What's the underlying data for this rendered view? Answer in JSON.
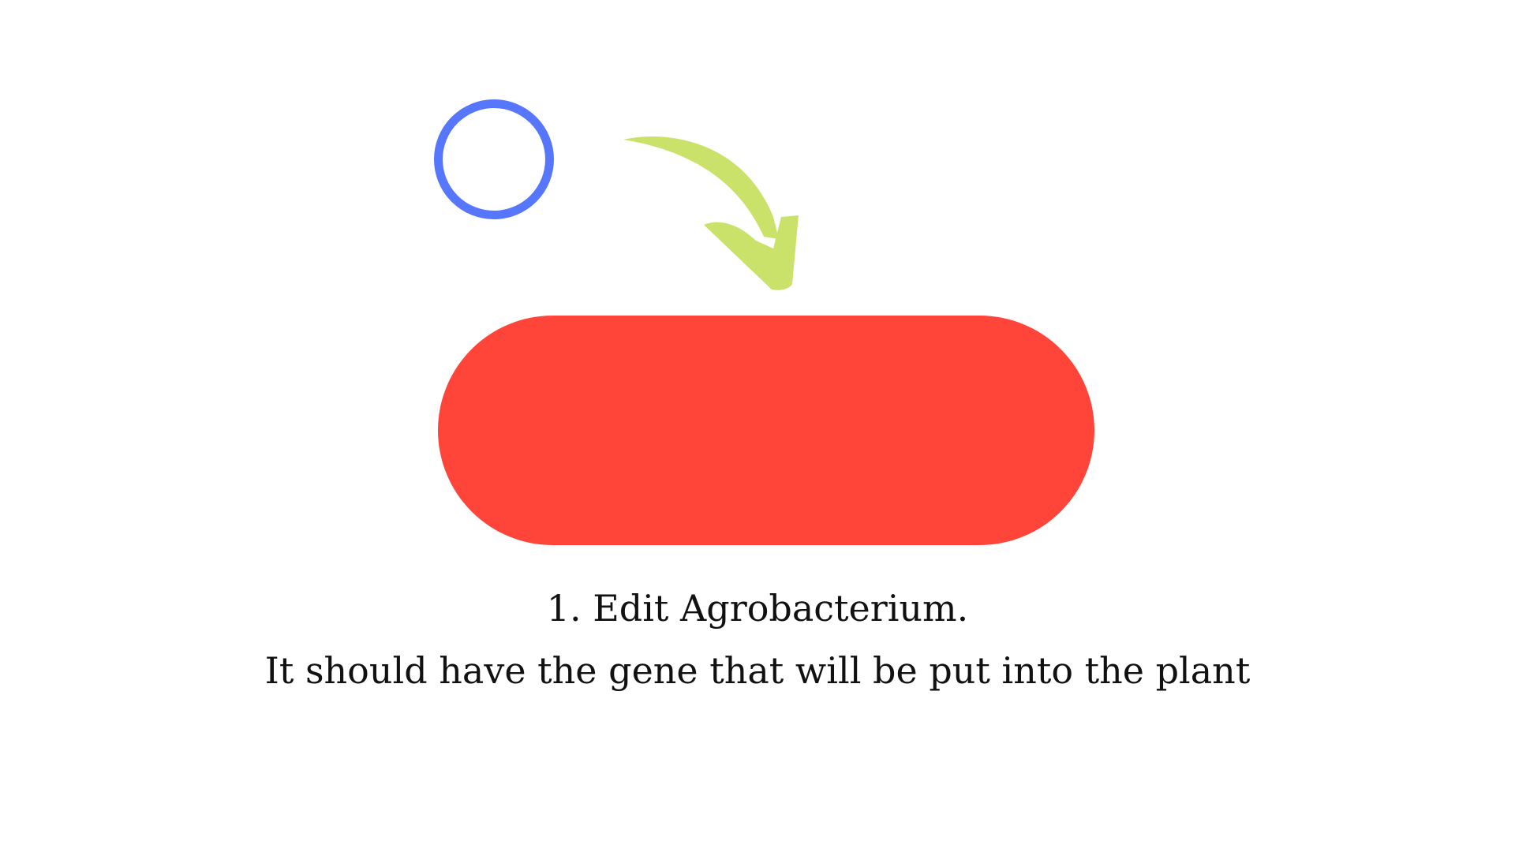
{
  "diagram": {
    "shapes": {
      "plasmid": {
        "shape": "ring",
        "color": "#5677fc"
      },
      "arrow": {
        "shape": "curved-arrow",
        "color": "#cbe26a"
      },
      "bacterium": {
        "shape": "capsule",
        "color": "#ff4539"
      }
    },
    "caption": {
      "step": "1. Edit Agrobacterium.",
      "detail": "It should have the gene that will be put into the plant"
    }
  }
}
